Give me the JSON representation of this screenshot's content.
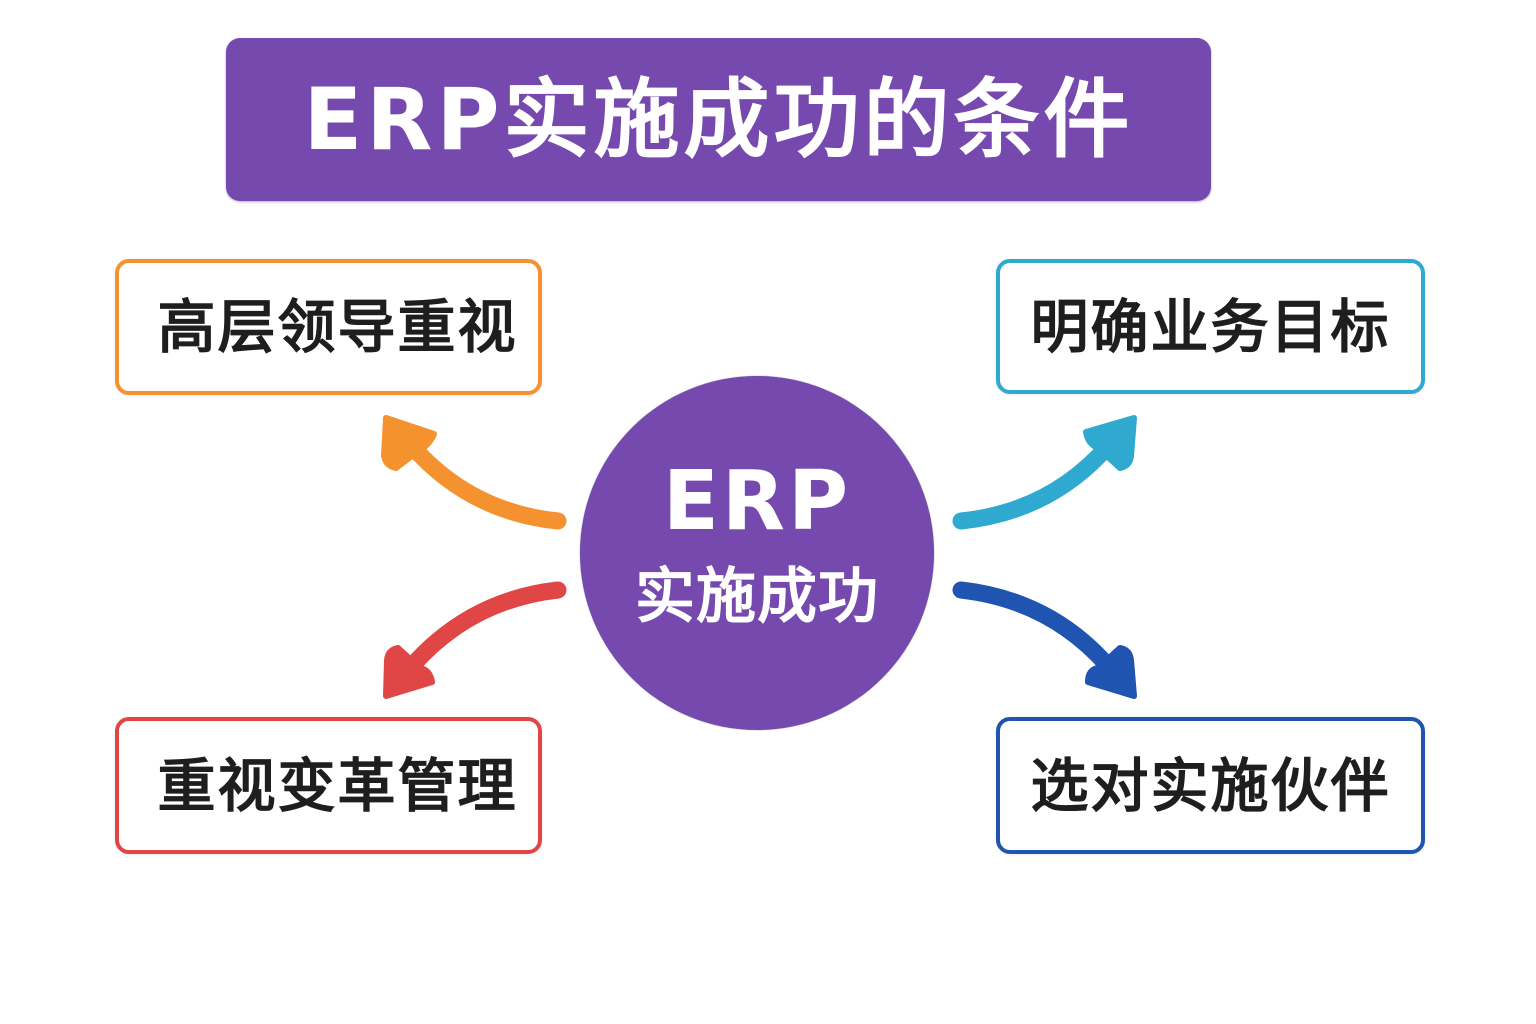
{
  "title": "ERP实施成功的条件",
  "center": {
    "line1": "ERP",
    "line2": "实施成功"
  },
  "conditions": [
    {
      "id": "top-left",
      "label": "高层领导重视",
      "color": "#F4922F",
      "arrow_icon": "arrow-up-left-icon"
    },
    {
      "id": "top-right",
      "label": "明确业务目标",
      "color": "#2FA9CF",
      "arrow_icon": "arrow-up-right-icon"
    },
    {
      "id": "bottom-left",
      "label": "重视变革管理",
      "color": "#E04646",
      "arrow_icon": "arrow-down-left-icon"
    },
    {
      "id": "bottom-right",
      "label": "选对实施伙伴",
      "color": "#1F55B0",
      "arrow_icon": "arrow-down-right-icon"
    }
  ],
  "colors": {
    "primary": "#7549AE",
    "text_dark": "#1E1E1E",
    "background": "#FFFFFF"
  }
}
